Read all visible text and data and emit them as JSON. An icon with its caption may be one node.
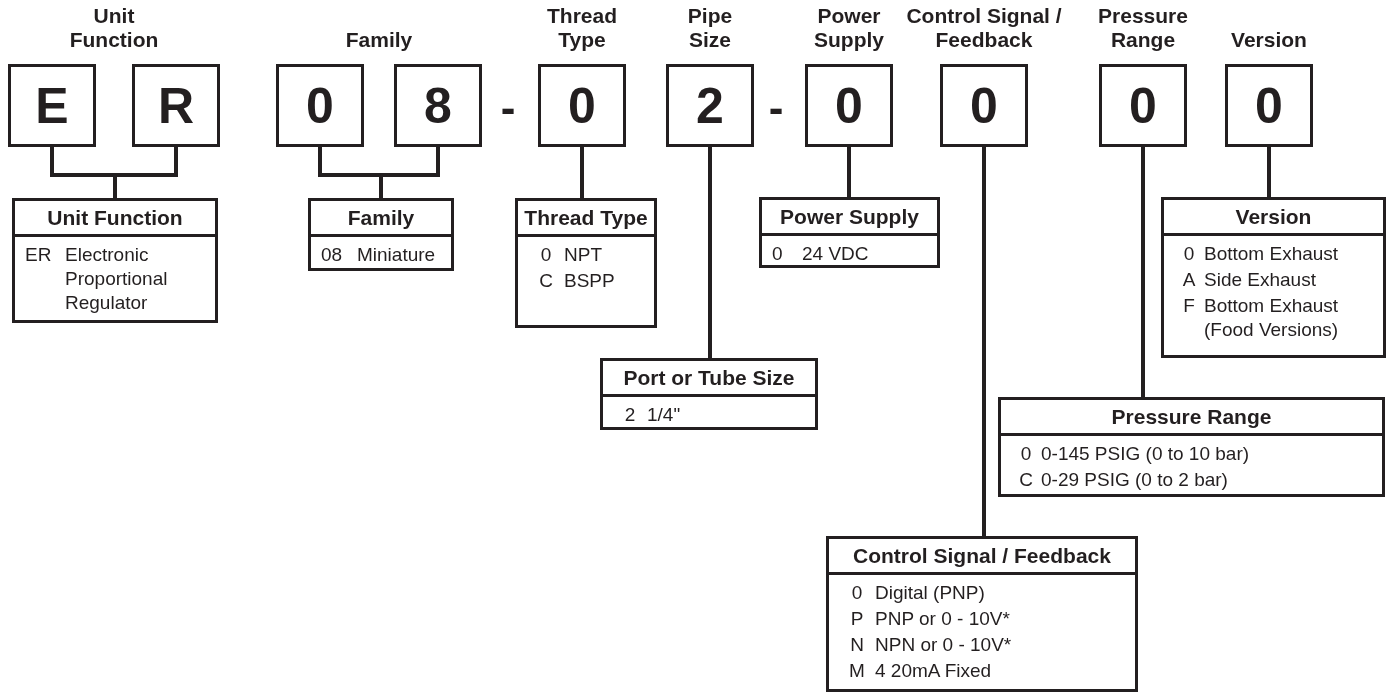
{
  "diagram": {
    "nodes": [
      {
        "text": [
          "E"
        ]
      },
      {
        "text": [
          "R"
        ]
      },
      {
        "text": [
          "0"
        ]
      },
      {
        "text": [
          "8"
        ]
      },
      {
        "text": [
          "0"
        ]
      },
      {
        "text": [
          "2"
        ]
      },
      {
        "text": [
          "0"
        ]
      },
      {
        "text": [
          "0"
        ]
      },
      {
        "text": [
          "0"
        ]
      },
      {
        "text": [
          "0"
        ]
      },
      {
        "text": [
          "Unit Function",
          "ER",
          "Electronic Proportional Regulator"
        ]
      },
      {
        "text": [
          "Family",
          "08",
          "Miniature"
        ]
      },
      {
        "text": [
          "Thread Type",
          "0",
          "NPT",
          "C",
          "BSPP"
        ]
      },
      {
        "text": [
          "Power Supply",
          "0",
          "24 VDC"
        ]
      },
      {
        "text": [
          "Version",
          "0",
          "Bottom Exhaust",
          "A",
          "Side Exhaust",
          "F",
          "Bottom Exhaust (Food Versions)"
        ]
      },
      {
        "text": [
          "Port or Tube Size",
          "2",
          "1/4\""
        ]
      },
      {
        "text": [
          "Pressure Range",
          "0",
          "0-145 PSIG (0 to 10 bar)",
          "C",
          "0-29 PSIG (0 to 2 bar)"
        ]
      },
      {
        "text": [
          "Control Signal / Feedback",
          "0",
          "Digital (PNP)",
          "P",
          "PNP or 0 - 10V*",
          "N",
          "NPN or 0 - 10V*",
          "M",
          "4 20mA Fixed"
        ]
      }
    ],
    "edges": [
      {
        "from": 0,
        "to": 10,
        "arrow": "none"
      },
      {
        "from": 1,
        "to": 10,
        "arrow": "none"
      },
      {
        "from": 2,
        "to": 11,
        "arrow": "none"
      },
      {
        "from": 3,
        "to": 11,
        "arrow": "none"
      },
      {
        "from": 4,
        "to": 12,
        "arrow": "none"
      },
      {
        "from": 5,
        "to": 15,
        "arrow": "none"
      },
      {
        "from": 6,
        "to": 13,
        "arrow": "none"
      },
      {
        "from": 7,
        "to": 17,
        "arrow": "none"
      },
      {
        "from": 8,
        "to": 16,
        "arrow": "none"
      },
      {
        "from": 9,
        "to": 14,
        "arrow": "none"
      }
    ],
    "labels": [
      "Unit Function",
      "Family",
      "Thread Type",
      "Pipe Size",
      "Power Supply",
      "Control Signal / Feedback",
      "Pressure Range",
      "Version",
      "-",
      "-"
    ]
  }
}
